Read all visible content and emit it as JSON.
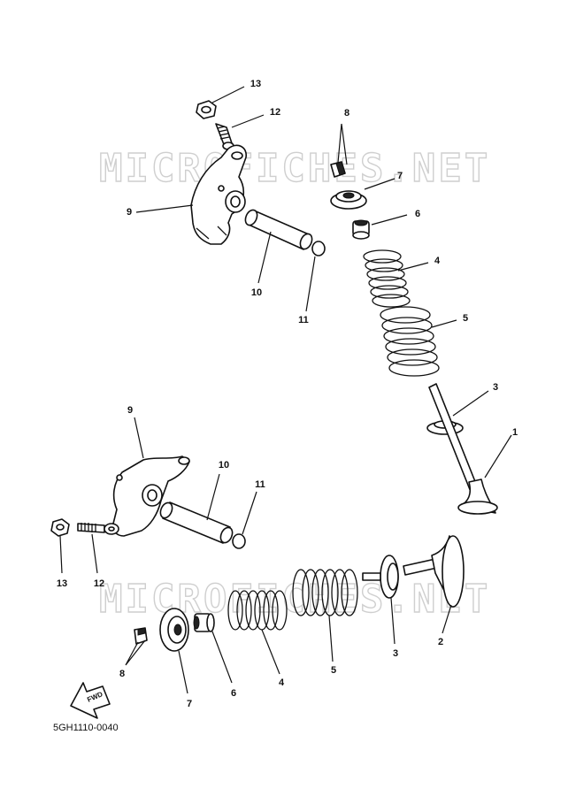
{
  "watermark": "MICROFICHES.NET",
  "drawing_code": "5GH1110-0040",
  "direction_badge": "FWD",
  "callouts": {
    "upper_13": "13",
    "upper_12": "12",
    "upper_8": "8",
    "upper_7": "7",
    "upper_6": "6",
    "upper_4": "4",
    "upper_5": "5",
    "upper_3": "3",
    "upper_1": "1",
    "upper_9": "9",
    "upper_10": "10",
    "upper_11": "11",
    "lower_9": "9",
    "lower_10": "10",
    "lower_11": "11",
    "lower_13": "13",
    "lower_12": "12",
    "lower_8": "8",
    "lower_7": "7",
    "lower_6": "6",
    "lower_4": "4",
    "lower_5": "5",
    "lower_3": "3",
    "lower_2": "2"
  }
}
